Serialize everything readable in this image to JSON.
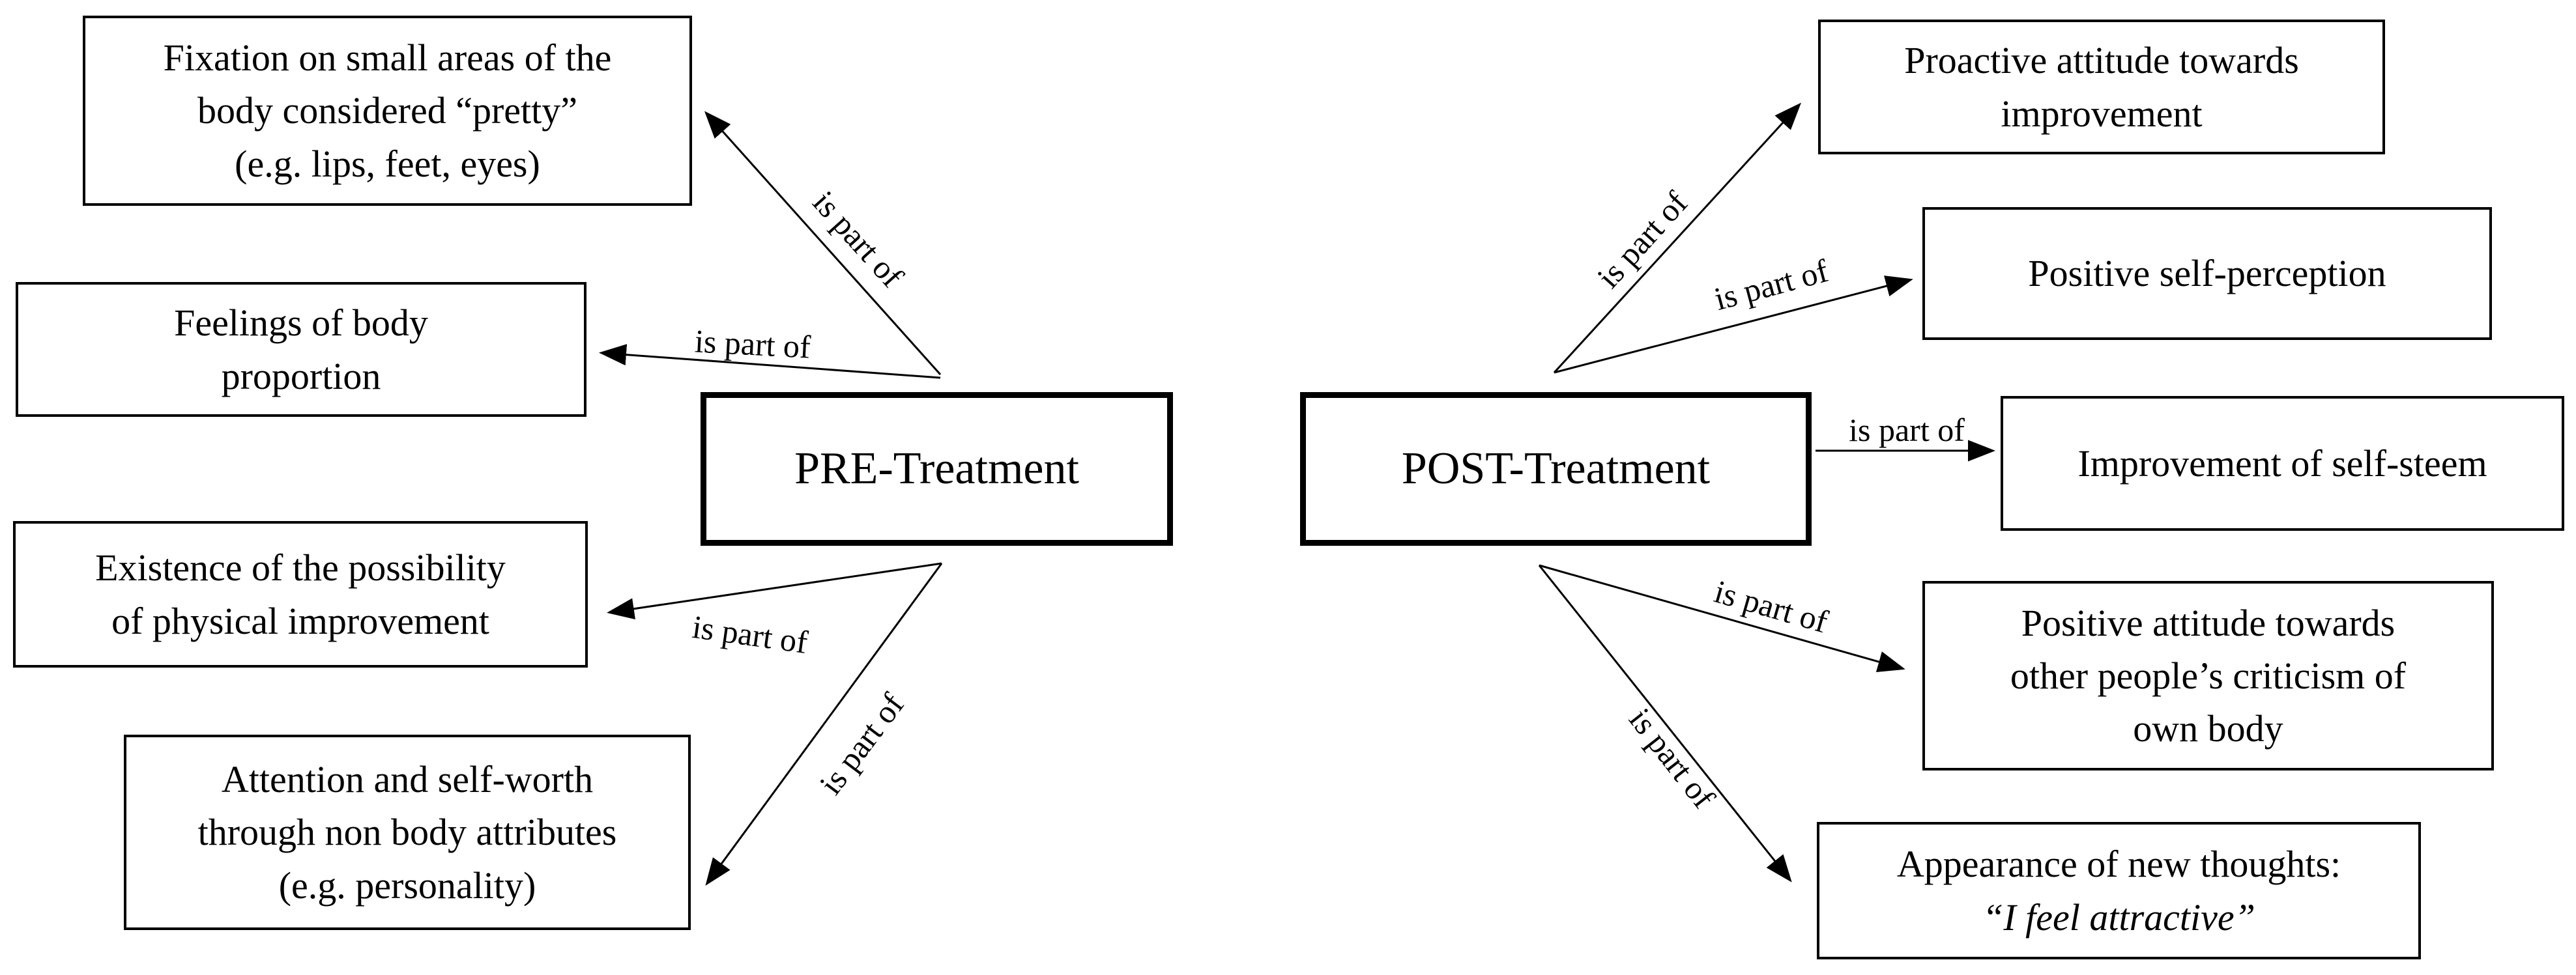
{
  "diagram": {
    "edge_label": "is part of",
    "colors": {
      "line": "#000000",
      "background": "#ffffff",
      "text": "#000000"
    },
    "pre": {
      "label": "PRE-Treatment",
      "items": [
        {
          "lines": [
            "Fixation on small areas of the",
            "body considered “pretty”",
            "(e.g. lips, feet, eyes)"
          ]
        },
        {
          "lines": [
            "Feelings of body",
            "proportion"
          ]
        },
        {
          "lines": [
            "Existence of the possibility",
            "of physical  improvement"
          ]
        },
        {
          "lines": [
            "Attention and self-worth",
            "through non body attributes",
            "(e.g. personality)"
          ]
        }
      ]
    },
    "post": {
      "label": "POST-Treatment",
      "items": [
        {
          "lines": [
            "Proactive attitude towards",
            "improvement"
          ]
        },
        {
          "lines": [
            "Positive self-perception"
          ]
        },
        {
          "lines": [
            "Improvement  of self-steem"
          ]
        },
        {
          "lines": [
            "Positive attitude towards",
            "other people’s criticism of",
            "own body"
          ]
        },
        {
          "lines": [
            "Appearance of new thoughts:"
          ],
          "quote": "“I feel attractive”"
        }
      ]
    }
  }
}
